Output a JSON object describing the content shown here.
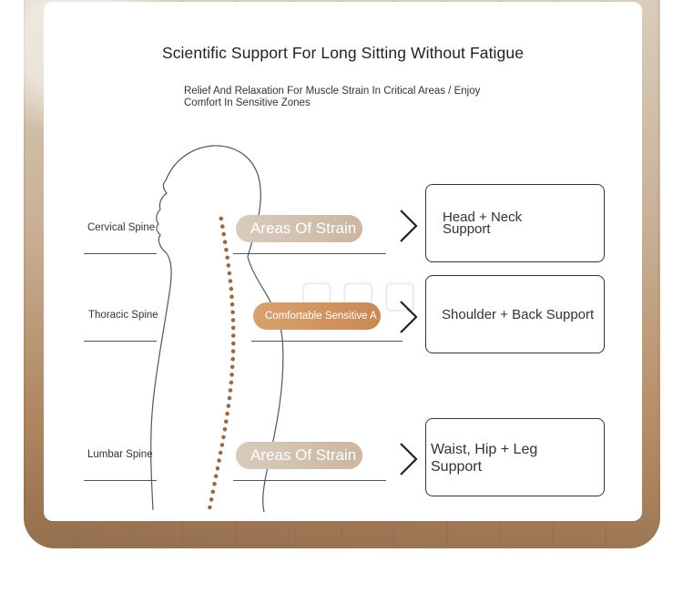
{
  "header": {
    "title": "Scientific Support For Long Sitting Without Fatigue",
    "subtitle": "Relief And Relaxation For Muscle Strain In Critical Areas / Enjoy Comfort In Sensitive Zones"
  },
  "spine": {
    "cervical": "Cervical Spine",
    "thoracic": "Thoracic Spine",
    "lumbar": "Lumbar Spine"
  },
  "tags": {
    "top": "Areas Of Strain",
    "middle": "Comfortable Sensitive A",
    "bottom": "Areas Of Strain"
  },
  "supports": {
    "head_neck": "Head + Neck Support",
    "shoulder_back": "Shoulder + Back Support",
    "waist_hip_leg": "Waist, Hip + Leg Support"
  },
  "icons": {
    "arrow": "chevron-right-icon",
    "figure": "human-silhouette-icon",
    "vertebrae": "spine-dots-icon"
  },
  "colors": {
    "strain_pill": "#cfbba7",
    "comfort_pill": "#d39762",
    "vertebra_dot": "#9a6a43",
    "outline": "#555555"
  }
}
